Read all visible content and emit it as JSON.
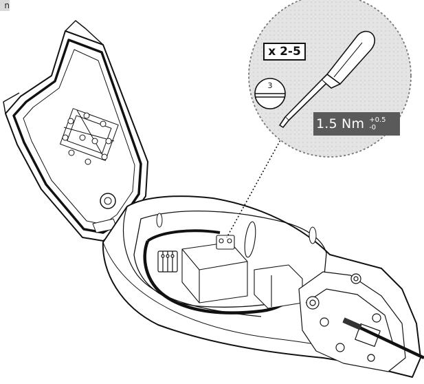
{
  "corner_label": "n",
  "callout": {
    "quantity": "x 2-5",
    "screwdriver_size": "3",
    "torque_value": "1.5 Nm",
    "torque_tolerance_plus": "+0.5",
    "torque_tolerance_minus": "-0"
  },
  "icons": [
    "flat-screwdriver-icon",
    "slotted-screw-head-icon"
  ],
  "colors": {
    "callout_background": "#e4e4e4",
    "torque_box": "#5a5a5a",
    "line_art": "#111111"
  }
}
